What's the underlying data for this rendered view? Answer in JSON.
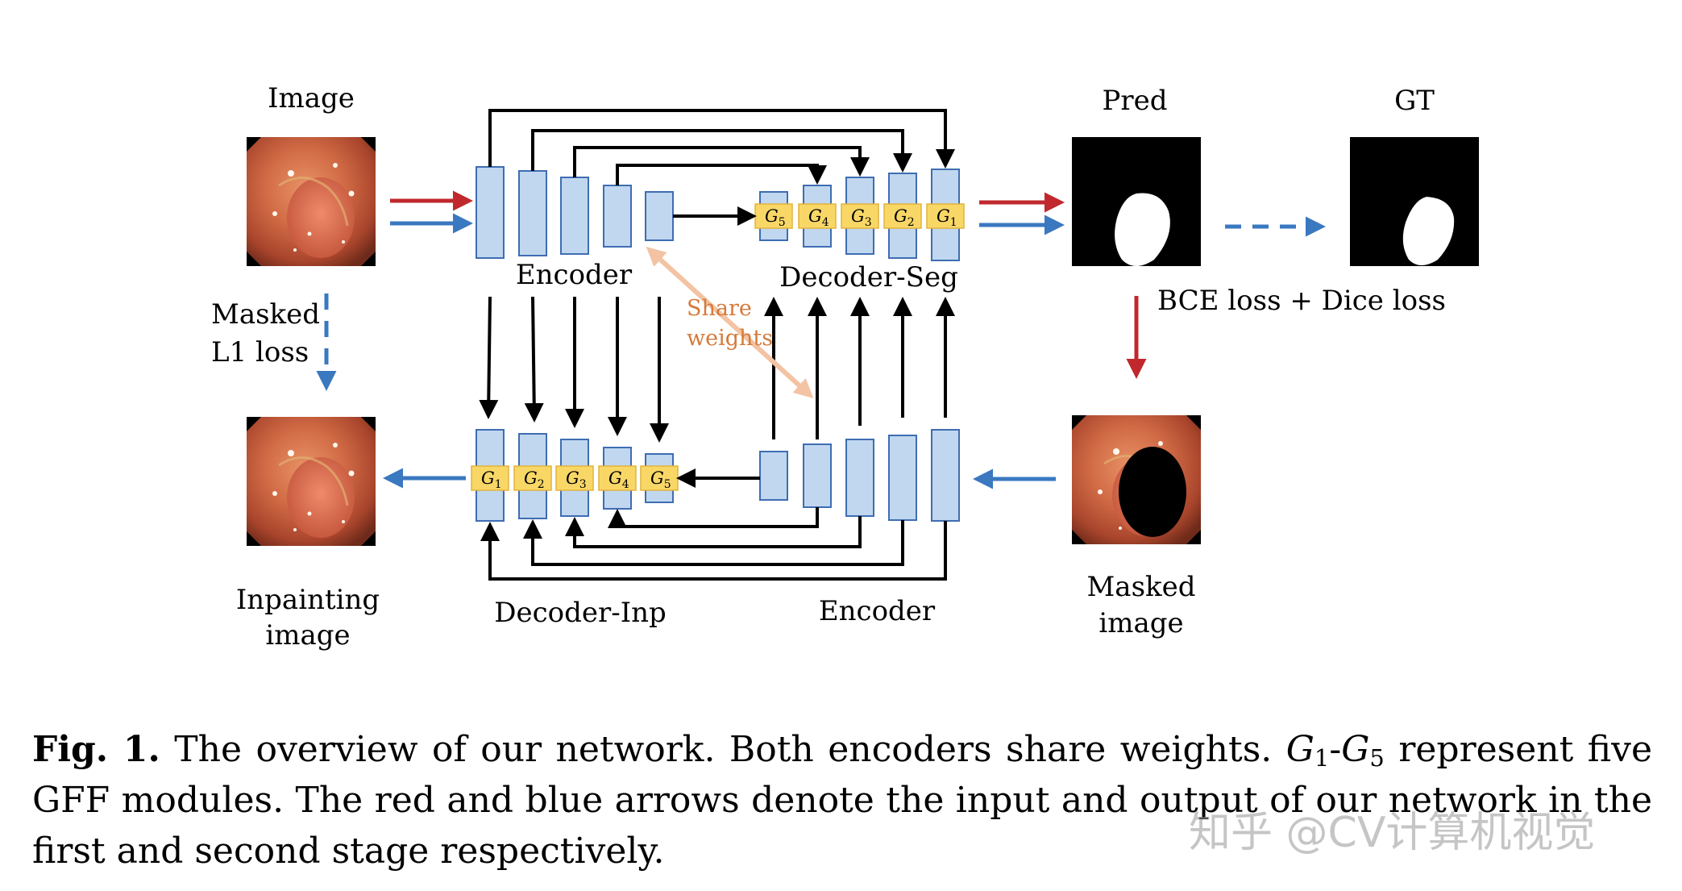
{
  "labels": {
    "image": "Image",
    "pred": "Pred",
    "gt": "GT",
    "encoder_top": "Encoder",
    "decoder_seg": "Decoder-Seg",
    "masked_l1_line1": "Masked",
    "masked_l1_line2": "L1 loss",
    "share_line1": "Share",
    "share_line2": "weights",
    "bce_dice": "BCE loss + Dice loss",
    "inpainting_line1": "Inpainting",
    "inpainting_line2": "image",
    "decoder_inp": "Decoder-Inp",
    "encoder_bottom": "Encoder",
    "masked_image_line1": "Masked",
    "masked_image_line2": "image"
  },
  "gff_modules": {
    "top_order": [
      "5",
      "4",
      "3",
      "2",
      "1"
    ],
    "bottom_order": [
      "1",
      "2",
      "3",
      "4",
      "5"
    ],
    "letter": "G"
  },
  "caption": {
    "fig_label": "Fig. 1.",
    "part1": "The overview of our network. Both encoders share weights.",
    "math_letter": "G",
    "math_sub_first": "1",
    "math_sub_last": "5",
    "part2": "represent five GFF modules. The red and blue arrows denote the input and output of our network in the first and second stage respectively."
  },
  "watermark": "知乎 @CV计算机视觉",
  "colors": {
    "red_arrow": "#c0282d",
    "blue_arrow": "#3a78c0",
    "block_fill": "#c0d7ef",
    "gff_fill": "#f8d766",
    "share_arrow": "#f3c3a3",
    "share_text": "#d57a3a"
  },
  "icons": {
    "endoscopy": "endoscopy-photo",
    "mask": "segmentation-mask"
  }
}
